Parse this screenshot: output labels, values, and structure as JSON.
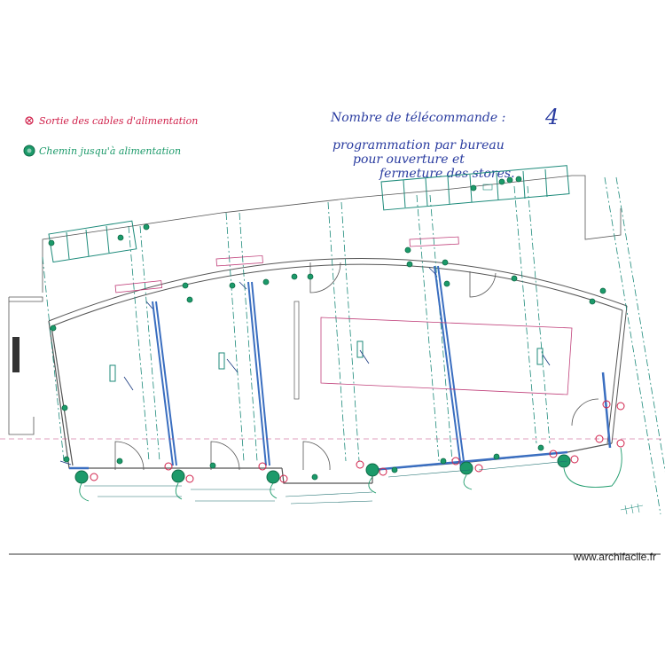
{
  "legend": {
    "cable_exit": "Sortie des cables d'alimentation",
    "supply_path": "Chemin jusqu'à alimentation"
  },
  "notes": {
    "remote_count_label": "Nombre de télécommande :",
    "remote_count_value": "4",
    "programming_line1": "programmation par bureau",
    "programming_line2": "pour ouverture et",
    "programming_line3": "fermeture des stores."
  },
  "watermark": "www.archifacile.fr",
  "colors": {
    "wall": "#555555",
    "teal": "#1c8a7a",
    "blue": "#3a6ec0",
    "red": "#d0204a",
    "green": "#1c9a6a",
    "magenta": "#c0407a",
    "note_blue": "#2a3ca0"
  }
}
